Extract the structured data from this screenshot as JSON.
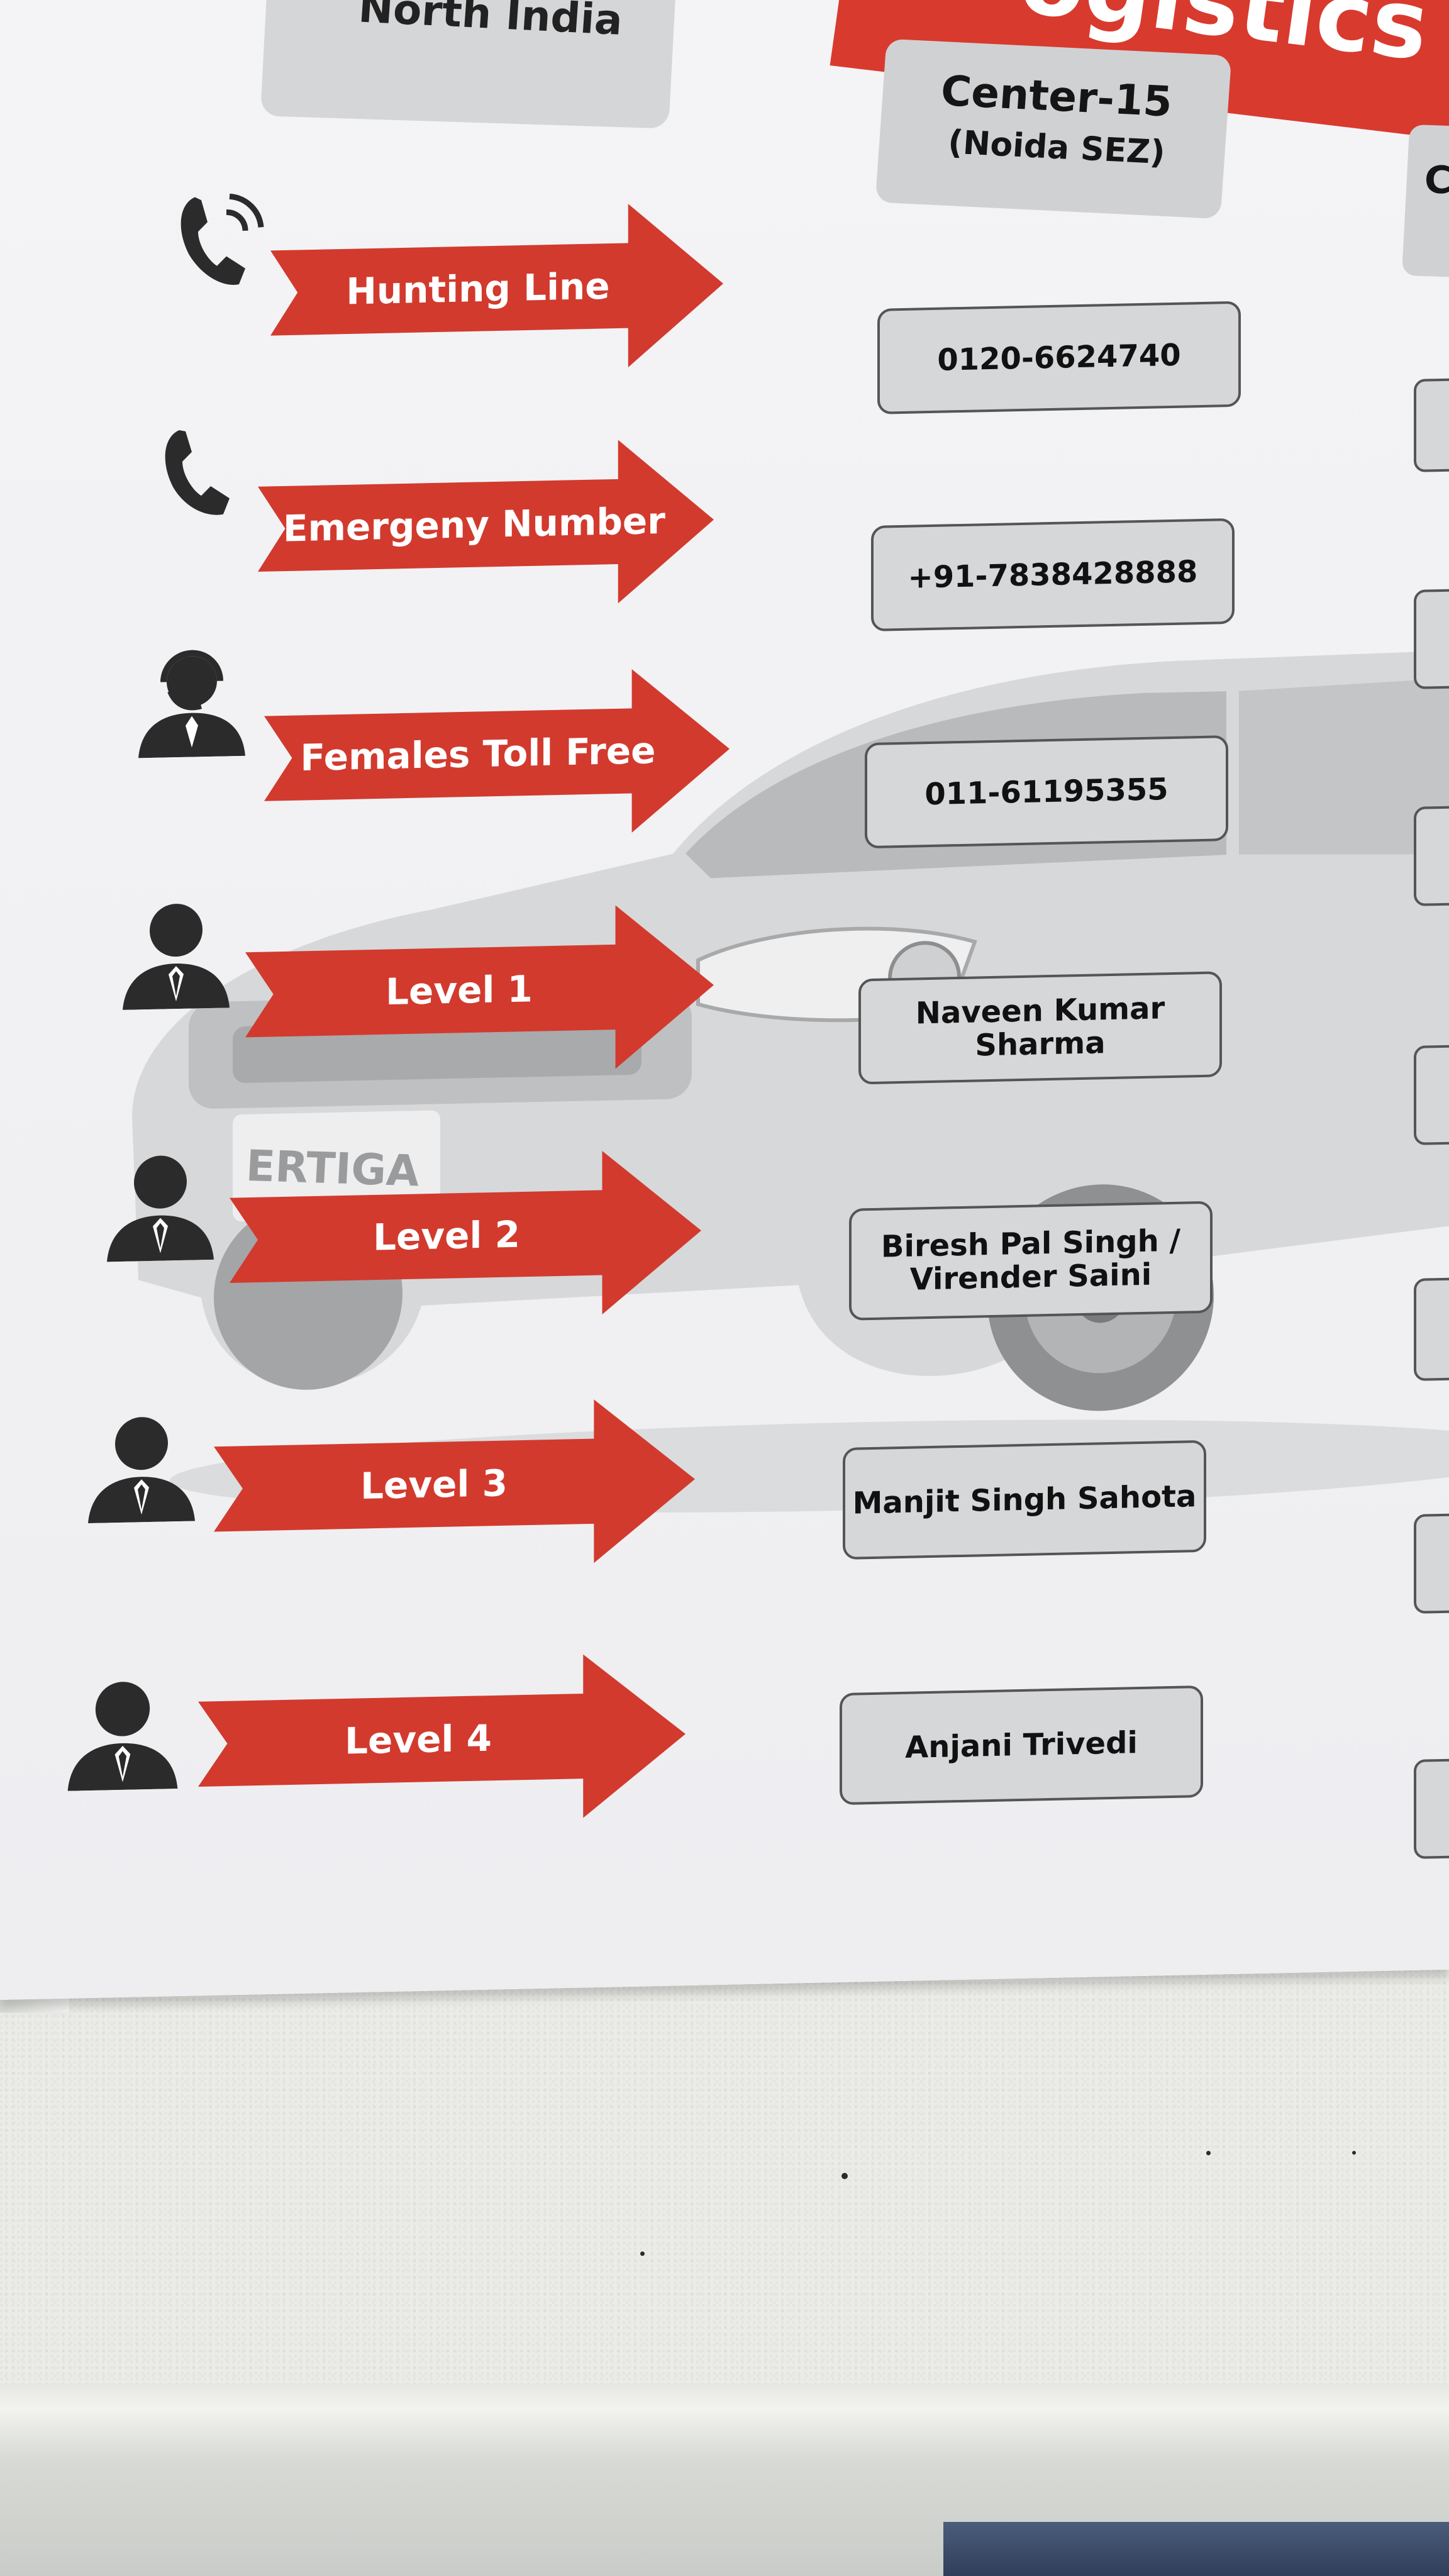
{
  "poster": {
    "title_fragment": "ogistics T",
    "region": "North India",
    "center": {
      "name": "Center-15",
      "location": "(Noida SEZ)"
    },
    "next_column_initial": "C",
    "car_badge": "ERTIGA",
    "accent_color": "#d23a2e",
    "box_color": "#d6d7d9",
    "rows": [
      {
        "label": "Hunting Line",
        "value": "0120-6624740",
        "icon": "phone-ringing-icon"
      },
      {
        "label": "Emergeny Number",
        "value": "+91-7838428888",
        "icon": "phone-icon"
      },
      {
        "label": "Females Toll Free",
        "value": "011-61195355",
        "icon": "headset-person-icon"
      },
      {
        "label": "Level 1",
        "value": "Naveen Kumar Sharma",
        "icon": "person-icon"
      },
      {
        "label": "Level 2",
        "value": "Biresh Pal Singh / Virender Saini",
        "icon": "person-icon"
      },
      {
        "label": "Level 3",
        "value": "Manjit Singh Sahota",
        "icon": "person-icon"
      },
      {
        "label": "Level 4",
        "value": "Anjani Trivedi",
        "icon": "person-icon"
      }
    ]
  }
}
